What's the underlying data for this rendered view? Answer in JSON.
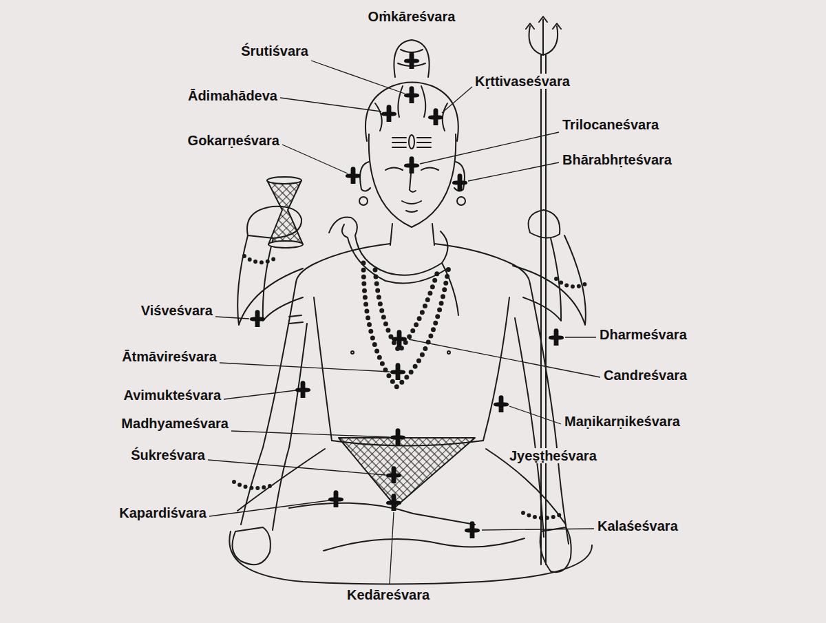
{
  "diagram": {
    "labels": [
      "Oṁkāreśvara",
      "Śrutiśvara",
      "Kṛttivaseśvara",
      "Ādimahādeva",
      "Trilocaneśvara",
      "Gokarṇeśvara",
      "Bhārabhṛteśvara",
      "Viśveśvara",
      "Dharmeśvara",
      "Ātmāvireśvara",
      "Candreśvara",
      "Avimukteśvara",
      "Maṇikarṇikeśvara",
      "Madhyameśvara",
      "Jyeṣṭheśvara",
      "Śukreśvara",
      "Kapardiśvara",
      "Kalaśeśvara",
      "Kedāreśvara"
    ]
  }
}
